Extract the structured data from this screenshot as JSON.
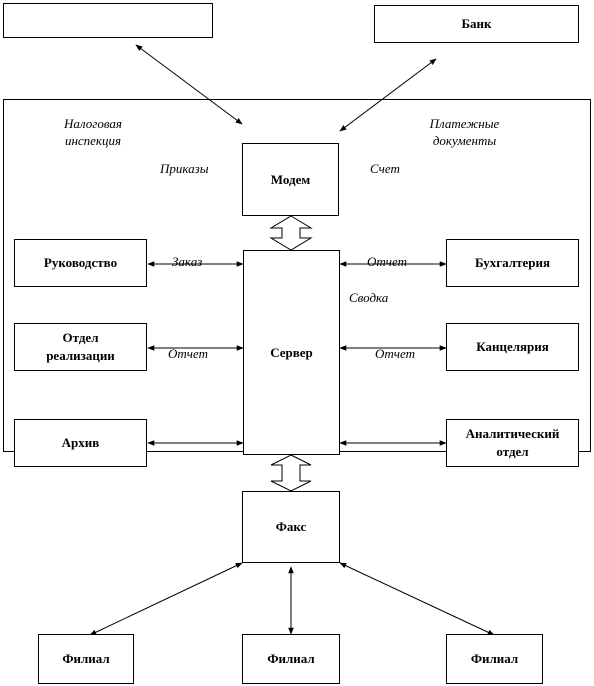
{
  "nodes": {
    "top_left_box": "",
    "bank": "Банк",
    "modem": "Модем",
    "server": "Сервер",
    "fax": "Факс",
    "management": "Руководство",
    "sales_dept_line1": "Отдел",
    "sales_dept_line2": "реализации",
    "archive": "Архив",
    "accounting": "Бухгалтерия",
    "office": "Канцелярия",
    "analytic_line1": "Аналитический",
    "analytic_line2": "отдел",
    "branch_left": "Филиал",
    "branch_center": "Филиал",
    "branch_right": "Филиал"
  },
  "labels": {
    "tax_line1": "Налоговая",
    "tax_line2": "инспекция",
    "payment_line1": "Платежные",
    "payment_line2": "документы",
    "orders": "Приказы",
    "invoice": "Счет",
    "order": "Заказ",
    "report_right_top": "Отчет",
    "summary": "Сводка",
    "report_left": "Отчет",
    "report_right": "Отчет"
  }
}
